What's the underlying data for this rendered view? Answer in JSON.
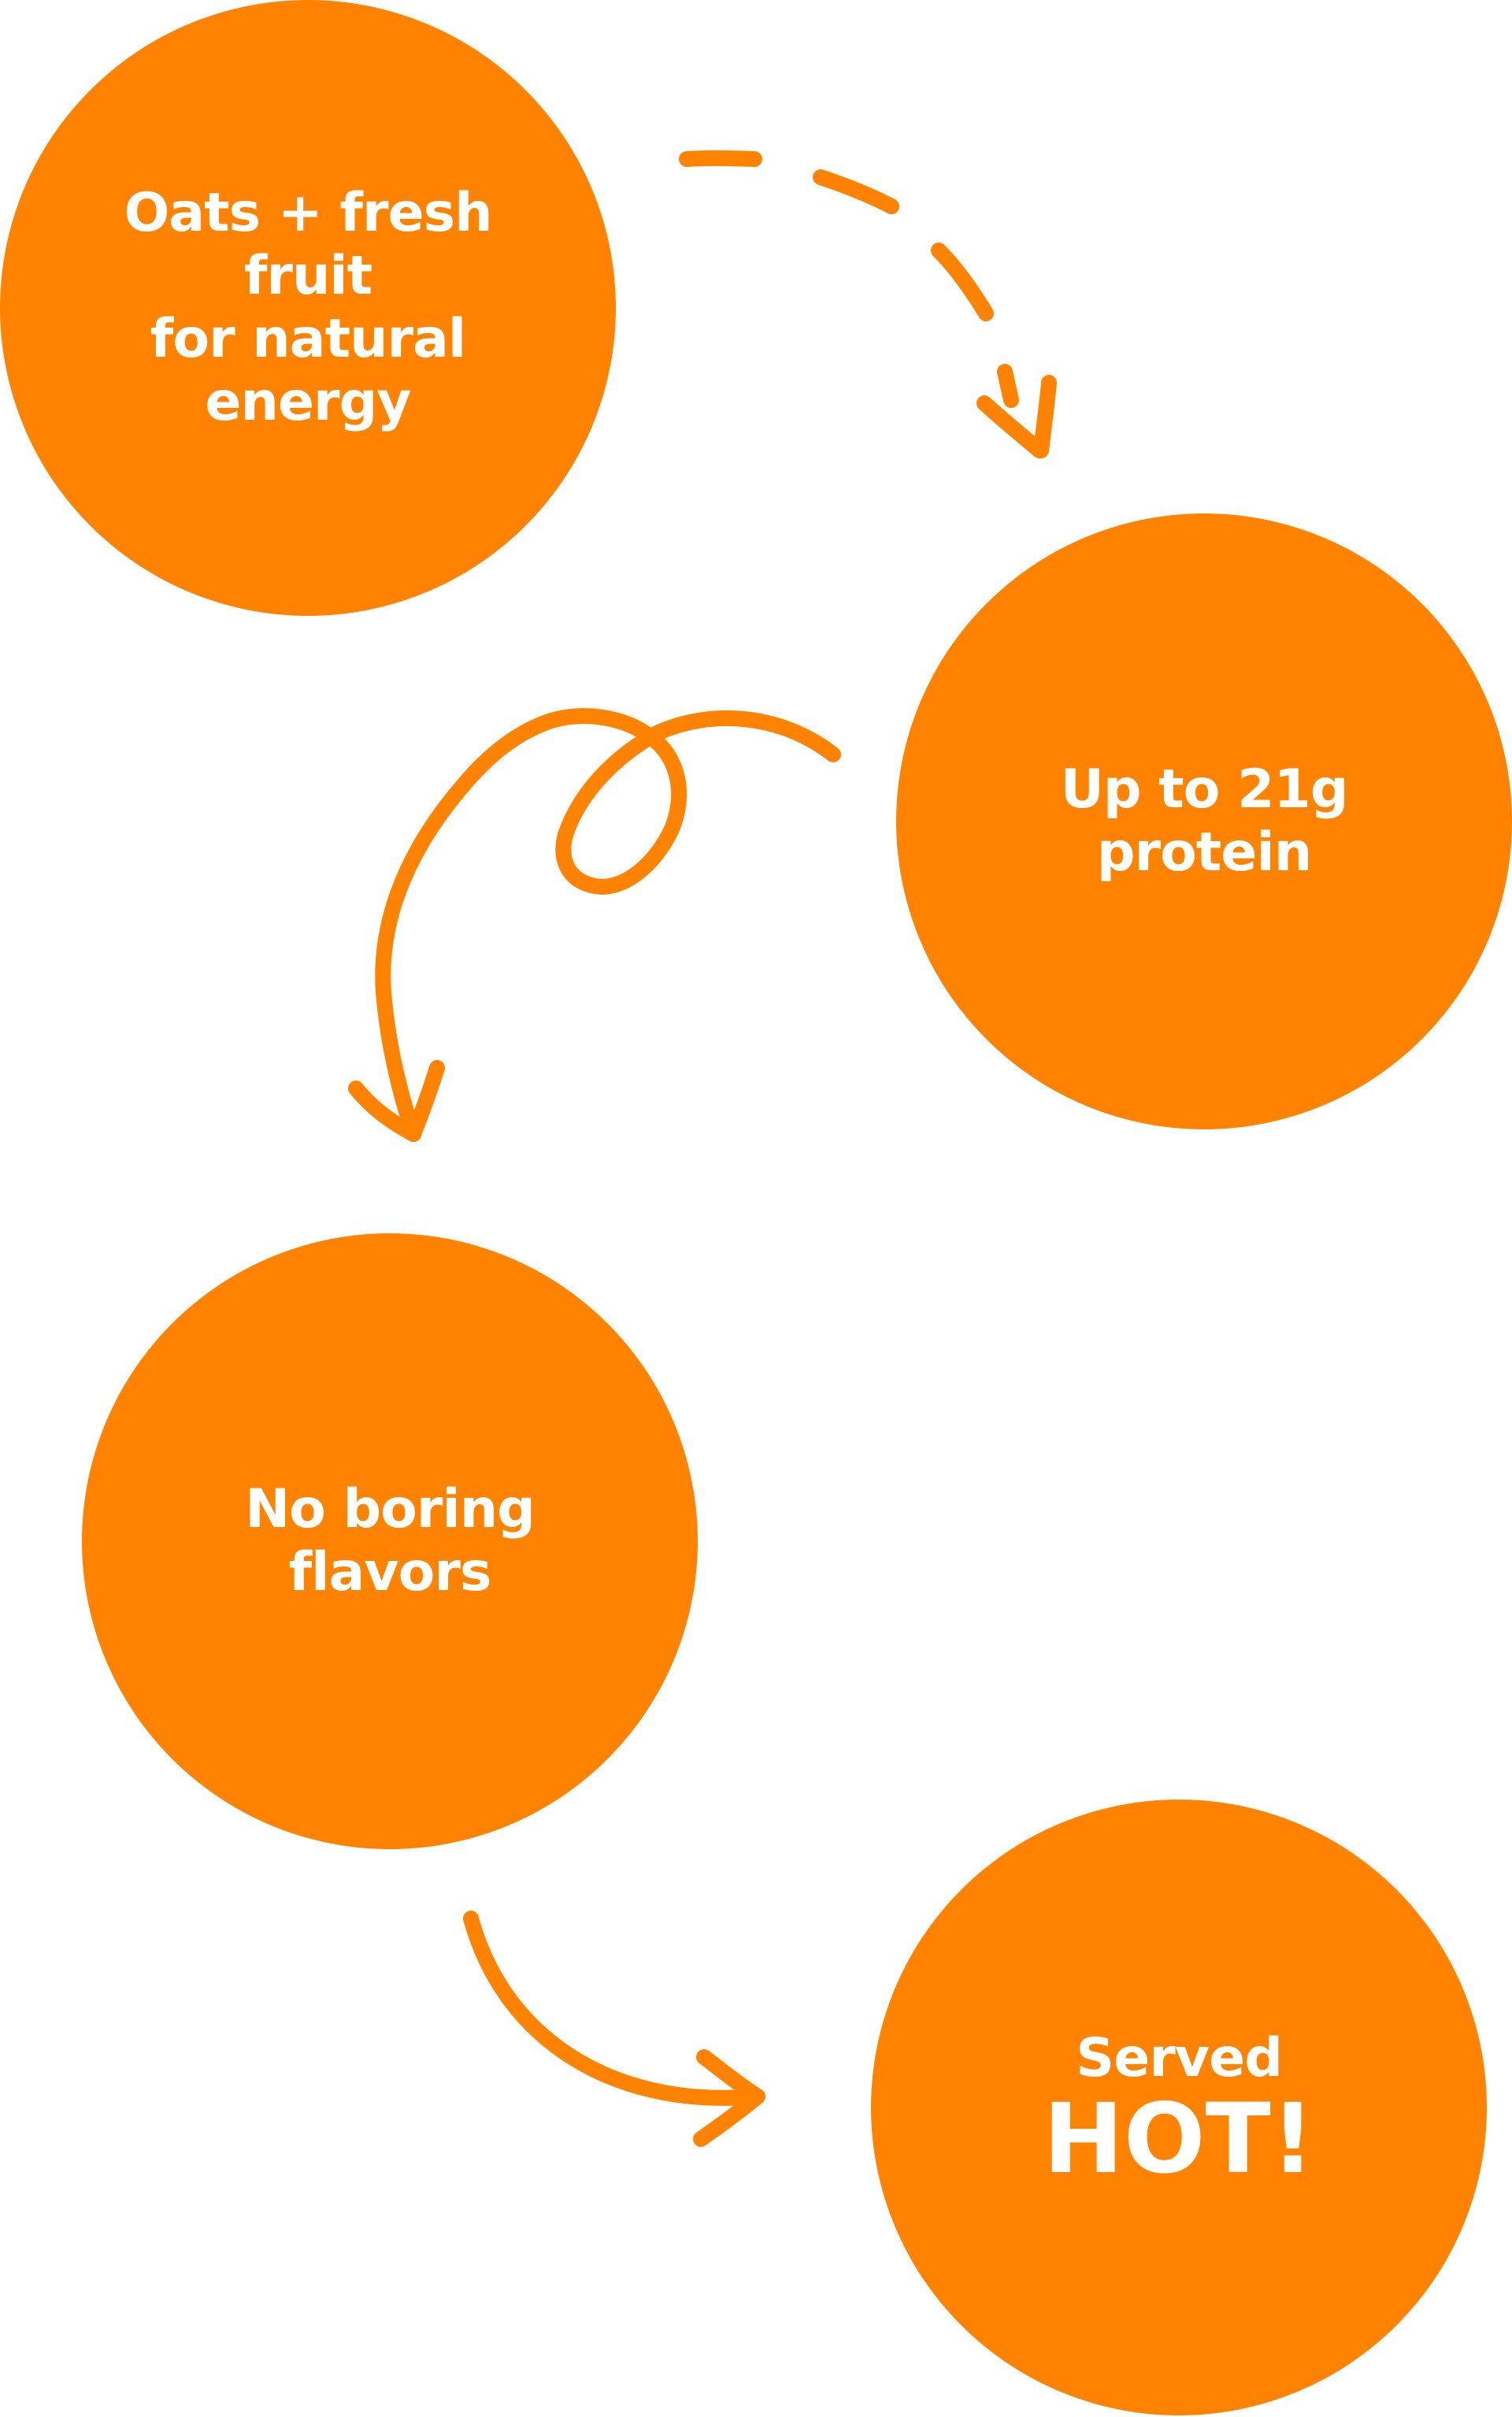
{
  "colors": {
    "accent": "#FF8200",
    "text": "#FFFFFF",
    "background": "#FFFFFF"
  },
  "circles": [
    {
      "lines": [
        "Oats + fresh",
        "fruit",
        "for natural",
        "energy"
      ]
    },
    {
      "lines": [
        "Up to 21g",
        "protein"
      ]
    },
    {
      "lines": [
        "No boring",
        "flavors"
      ]
    },
    {
      "lines": [
        "Served"
      ],
      "emphasis": "HOT!"
    }
  ],
  "arrows": [
    {
      "name": "dashed-arrow-icon"
    },
    {
      "name": "loop-arrow-icon"
    },
    {
      "name": "curved-arrow-icon"
    }
  ]
}
